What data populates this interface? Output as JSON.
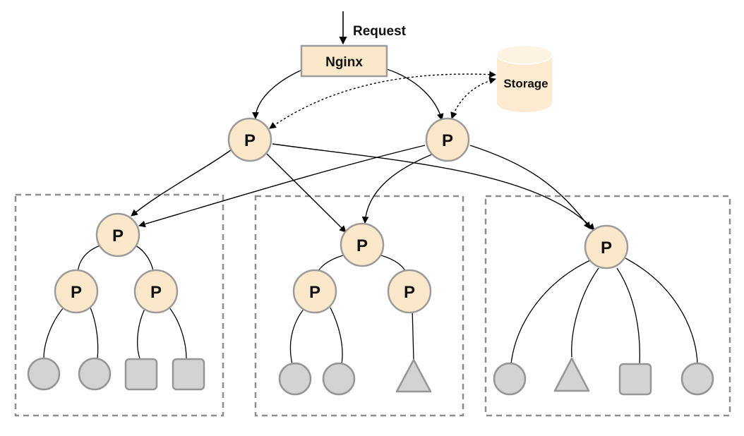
{
  "request_label": "Request",
  "nginx_label": "Nginx",
  "storage_label": "Storage",
  "proxy_label": "P",
  "colors": {
    "node_fill": "#fbe8cb",
    "node_stroke": "#9b9b9b",
    "leaf_fill": "#d3d3d3",
    "leaf_stroke": "#959595",
    "storage_fill": "#fcebd0",
    "line": "#000000",
    "group_border": "#8c8c8c"
  },
  "groups": [
    {
      "leaves": [
        "circle",
        "circle",
        "square",
        "square"
      ]
    },
    {
      "leaves": [
        "circle",
        "circle",
        "triangle"
      ]
    },
    {
      "leaves": [
        "circle",
        "triangle",
        "square",
        "circle"
      ]
    }
  ]
}
